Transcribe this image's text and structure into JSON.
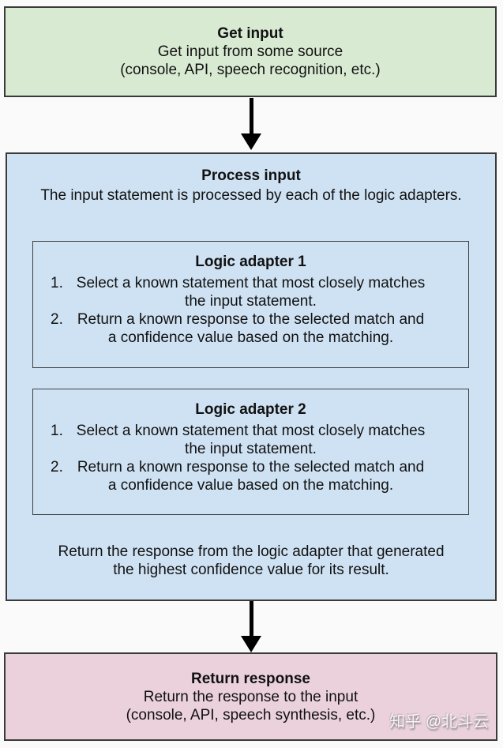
{
  "colors": {
    "page_background": "#fafafa",
    "get_input_fill": "#d9ead3",
    "process_input_fill": "#cfe2f3",
    "return_response_fill": "#ead1dc",
    "box_border": "#3a3a3a",
    "arrow": "#000000",
    "text": "#111111"
  },
  "flow": {
    "get_input": {
      "title": "Get input",
      "line1": "Get input from some source",
      "line2": "(console, API, speech recognition, etc.)"
    },
    "process_input": {
      "title": "Process input",
      "subtitle": "The input statement is processed by each of the logic adapters.",
      "footer_line1": "Return the response from the logic adapter that generated",
      "footer_line2": "the highest confidence value for its result."
    },
    "adapters": [
      {
        "title": "Logic adapter 1",
        "steps": [
          {
            "num": "1.",
            "line1": "Select a known statement that most closely matches",
            "line2": "the input statement."
          },
          {
            "num": "2.",
            "line1": "Return a known response to the selected match and",
            "line2": "a confidence value based on the matching."
          }
        ]
      },
      {
        "title": "Logic adapter 2",
        "steps": [
          {
            "num": "1.",
            "line1": "Select a known statement that most closely matches",
            "line2": "the input statement."
          },
          {
            "num": "2.",
            "line1": "Return a known response to the selected match and",
            "line2": "a confidence value based on the matching."
          }
        ]
      }
    ],
    "return_response": {
      "title": "Return response",
      "line1": "Return the response to the input",
      "line2": "(console, API, speech synthesis, etc.)"
    }
  },
  "watermark": {
    "text": "知乎 @北斗云"
  }
}
